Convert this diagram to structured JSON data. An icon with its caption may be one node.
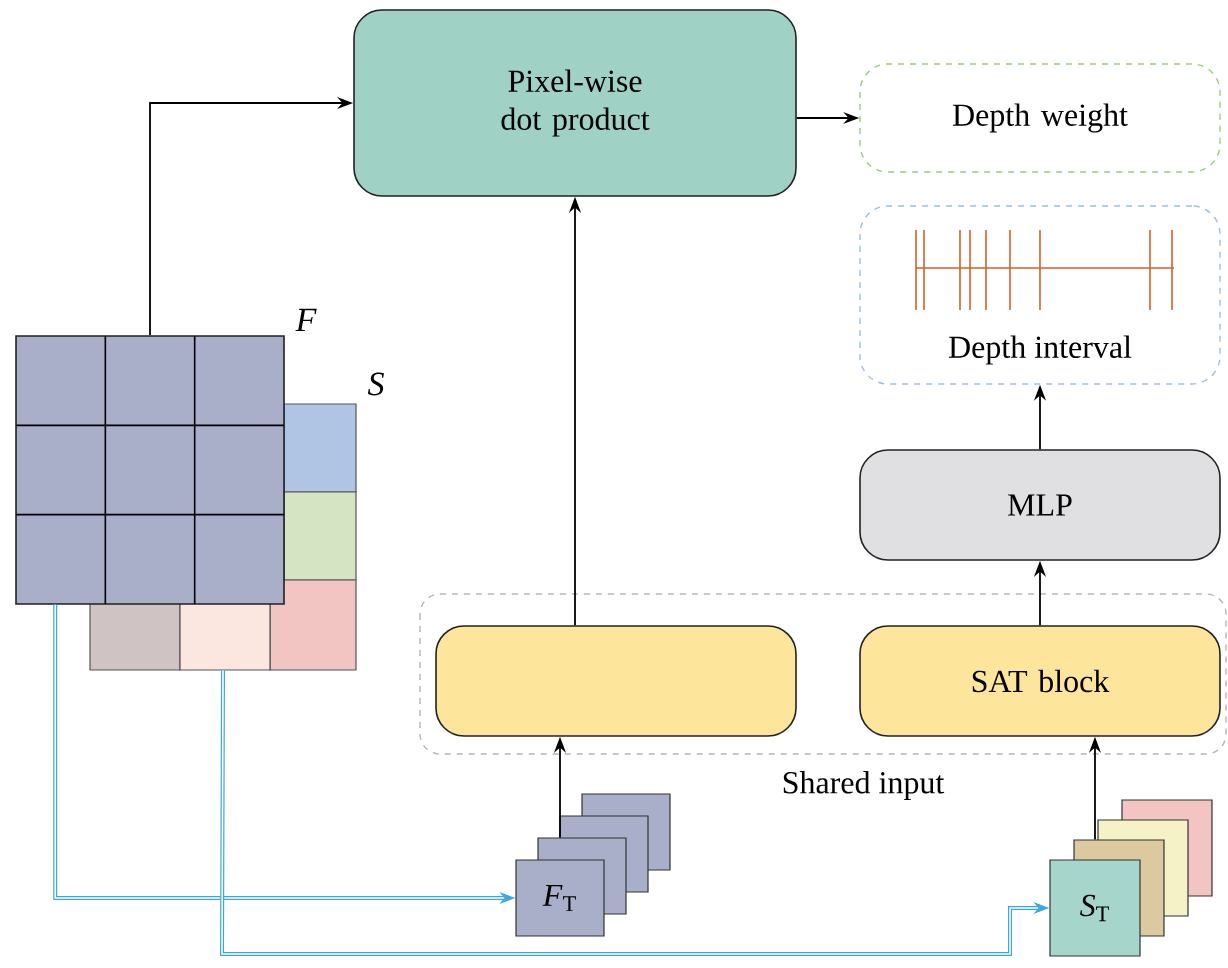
{
  "diagram": {
    "nodes": [
      {
        "text": [
          "Pixel-wise dot product"
        ]
      },
      {
        "text": [
          "Depth weight"
        ]
      },
      {
        "text": [
          "Depth interval"
        ]
      },
      {
        "text": [
          "MLP"
        ]
      },
      {
        "text": [
          "Shared input"
        ]
      },
      {
        "text": [],
        "shape": "box",
        "in": 4
      },
      {
        "text": [
          "SAT block"
        ],
        "in": 4
      },
      {
        "text": [
          "F"
        ]
      },
      {
        "text": [
          "S"
        ]
      },
      {
        "text": [
          "*F*$_{T}$"
        ]
      },
      {
        "text": [
          "*S*$_{T}$"
        ]
      }
    ],
    "edges": [
      {
        "from": 7,
        "to": 0,
        "arrow": "to"
      },
      {
        "from": 0,
        "to": 1,
        "arrow": "to"
      },
      {
        "from": 5,
        "to": 0,
        "arrow": "to"
      },
      {
        "from": 3,
        "to": 2,
        "arrow": "to"
      },
      {
        "from": 6,
        "to": 3,
        "arrow": "to"
      },
      {
        "from": 9,
        "to": 5,
        "arrow": "to"
      },
      {
        "from": 10,
        "to": 6,
        "arrow": "to"
      },
      {
        "from": 7,
        "to": 9,
        "arrow": "to",
        "color": "#3aa8e0"
      },
      {
        "from": 8,
        "to": 10,
        "arrow": "to",
        "color": "#3aa8e0"
      }
    ]
  }
}
